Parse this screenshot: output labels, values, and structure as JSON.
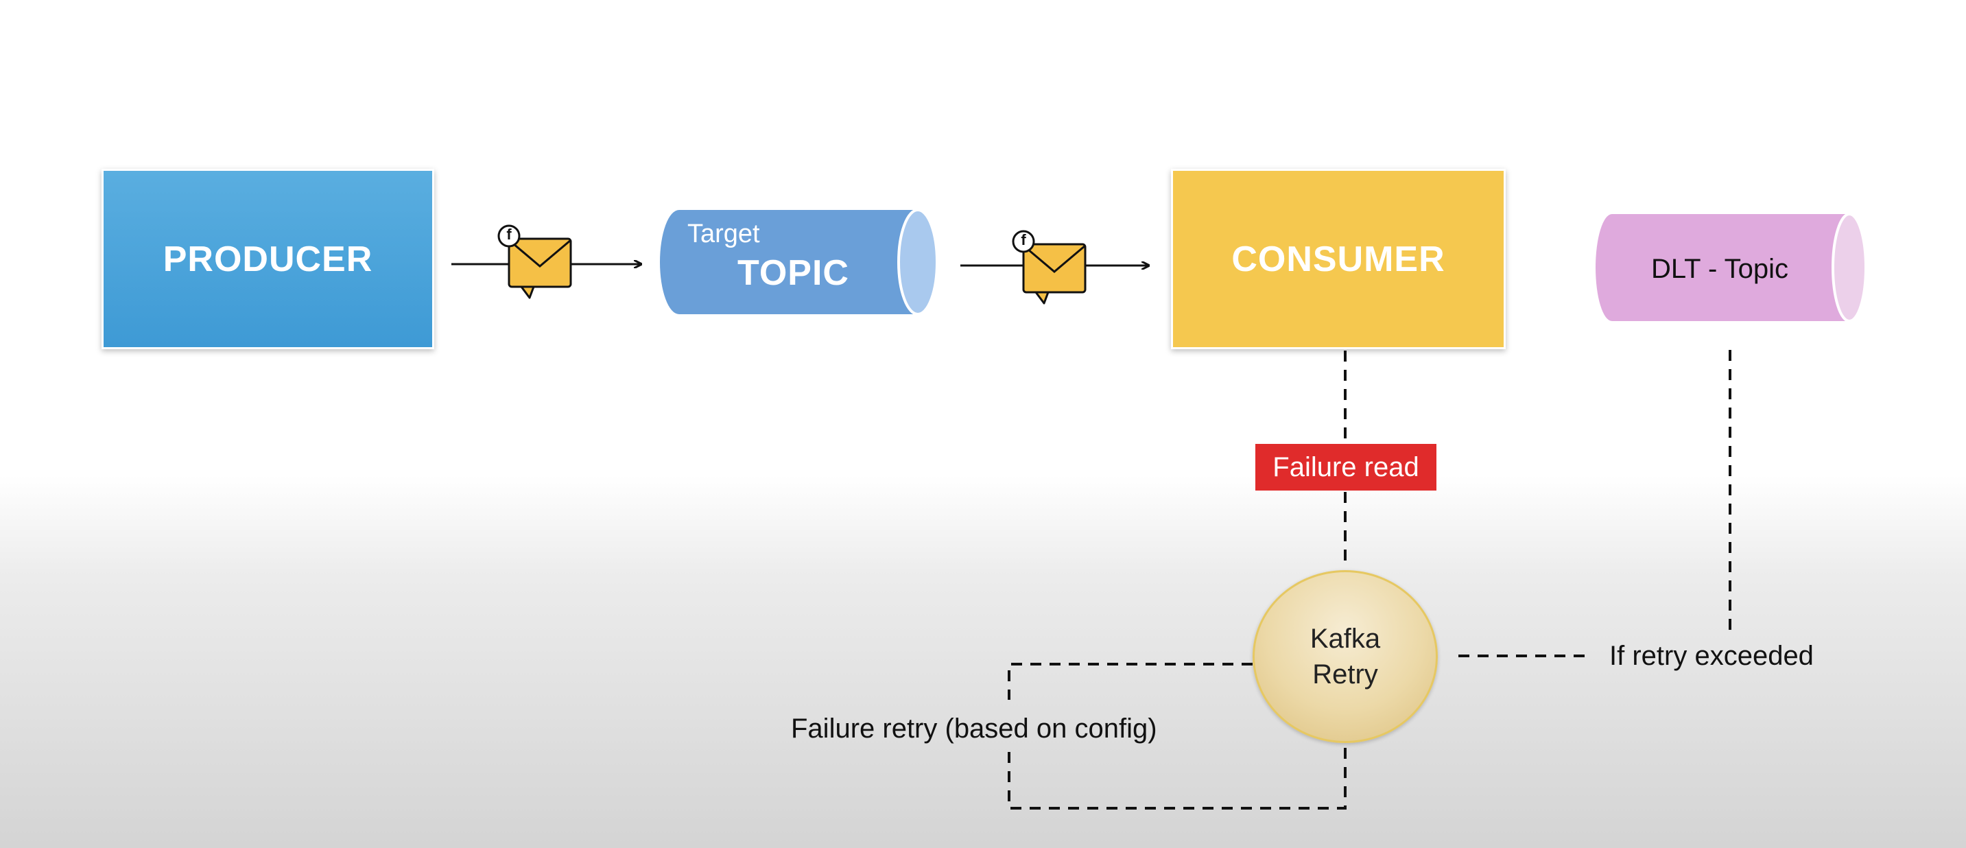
{
  "nodes": {
    "producer": "PRODUCER",
    "topic_small": "Target",
    "topic_big": "TOPIC",
    "consumer": "CONSUMER",
    "dlt": "DLT - Topic",
    "failure_read": "Failure read",
    "retry_line1": "Kafka",
    "retry_line2": "Retry"
  },
  "labels": {
    "if_retry_exceeded": "If retry exceeded",
    "failure_retry": "Failure retry (based on config)"
  },
  "icons": {
    "message": "envelope-icon",
    "message_badge": "f"
  },
  "colors": {
    "producer": "#4aa3da",
    "topic": "#6a9fd8",
    "consumer": "#f5c84f",
    "dlt": "#dfaadd",
    "failure_read": "#e02b2b",
    "retry": "#ecd9a8"
  }
}
